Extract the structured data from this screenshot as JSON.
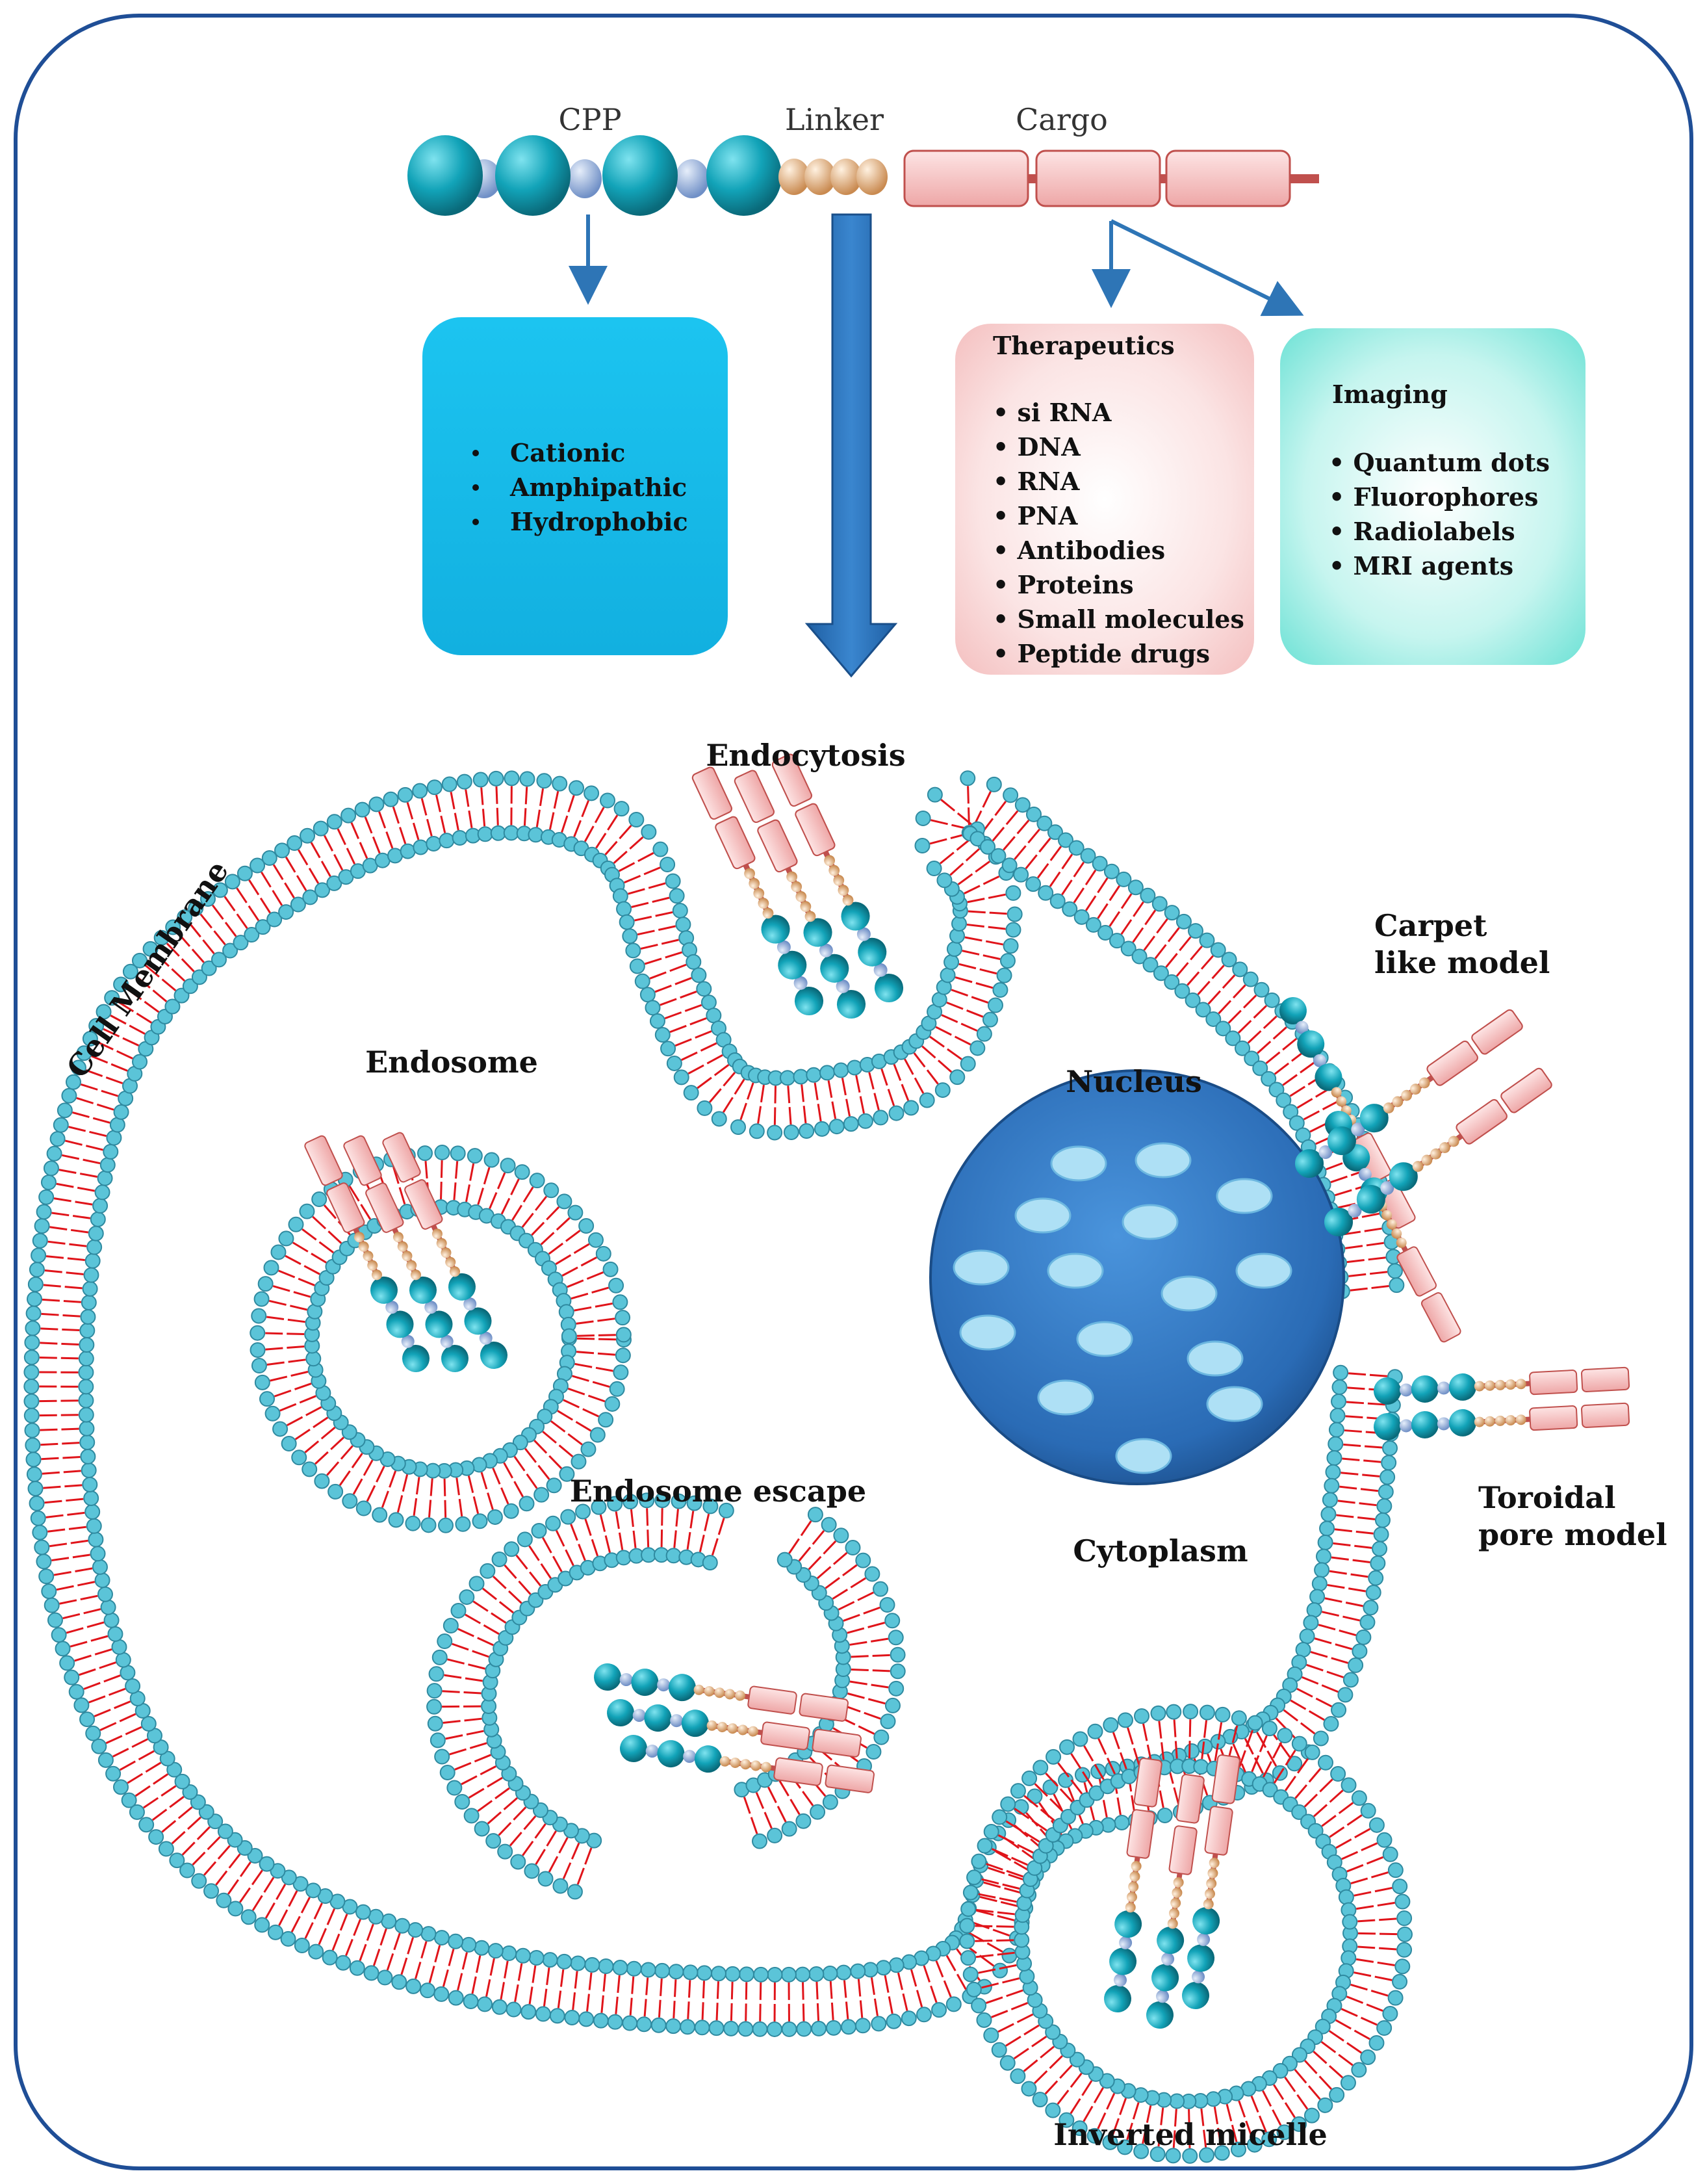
{
  "construct": {
    "cpp_label": "CPP",
    "linker_label": "Linker",
    "cargo_label": "Cargo"
  },
  "cpp_box": {
    "items": [
      "Cationic",
      "Amphipathic",
      "Hydrophobic"
    ]
  },
  "therapeutics_box": {
    "title": "Therapeutics",
    "items": [
      "si RNA",
      "DNA",
      "RNA",
      "PNA",
      "Antibodies",
      "Proteins",
      "Small molecules",
      "Peptide drugs"
    ]
  },
  "imaging_box": {
    "title": "Imaging",
    "items": [
      "Quantum dots",
      "Fluorophores",
      "Radiolabels",
      "MRI agents"
    ]
  },
  "labels": {
    "endocytosis": "Endocytosis",
    "cell_membrane": "Cell Membrane",
    "endosome": "Endosome",
    "nucleus": "Nucleus",
    "carpet_line1": "Carpet",
    "carpet_line2": "like model",
    "endosome_escape": "Endosome escape",
    "cytoplasm": "Cytoplasm",
    "toroidal_line1": "Toroidal",
    "toroidal_line2": "pore model",
    "inverted_micelle": "Inverted micelle"
  },
  "colors": {
    "frame": "#1f4e96",
    "cpp_bead": "#12a3b8",
    "cpp_small_bead": "#8fa9d6",
    "linker_bead": "#e8b98a",
    "cargo_block": "#f7c4c4",
    "cargo_edge": "#c0504d",
    "lipid_head": "#5bc4d8",
    "lipid_tail": "#e0141a",
    "nucleus": "#2f75c0",
    "arrow": "#2e75b6",
    "cpp_box": "#1ebfe8",
    "therapeutics_box": "#f9d6d6",
    "imaging_box": "#7fe6dc"
  },
  "icons": {
    "cpp_bead": "sphere",
    "linker_bead": "small-sphere",
    "cargo_block": "rounded-rectangle",
    "lipid": "phospholipid-bilayer",
    "arrow": "down-arrow"
  }
}
